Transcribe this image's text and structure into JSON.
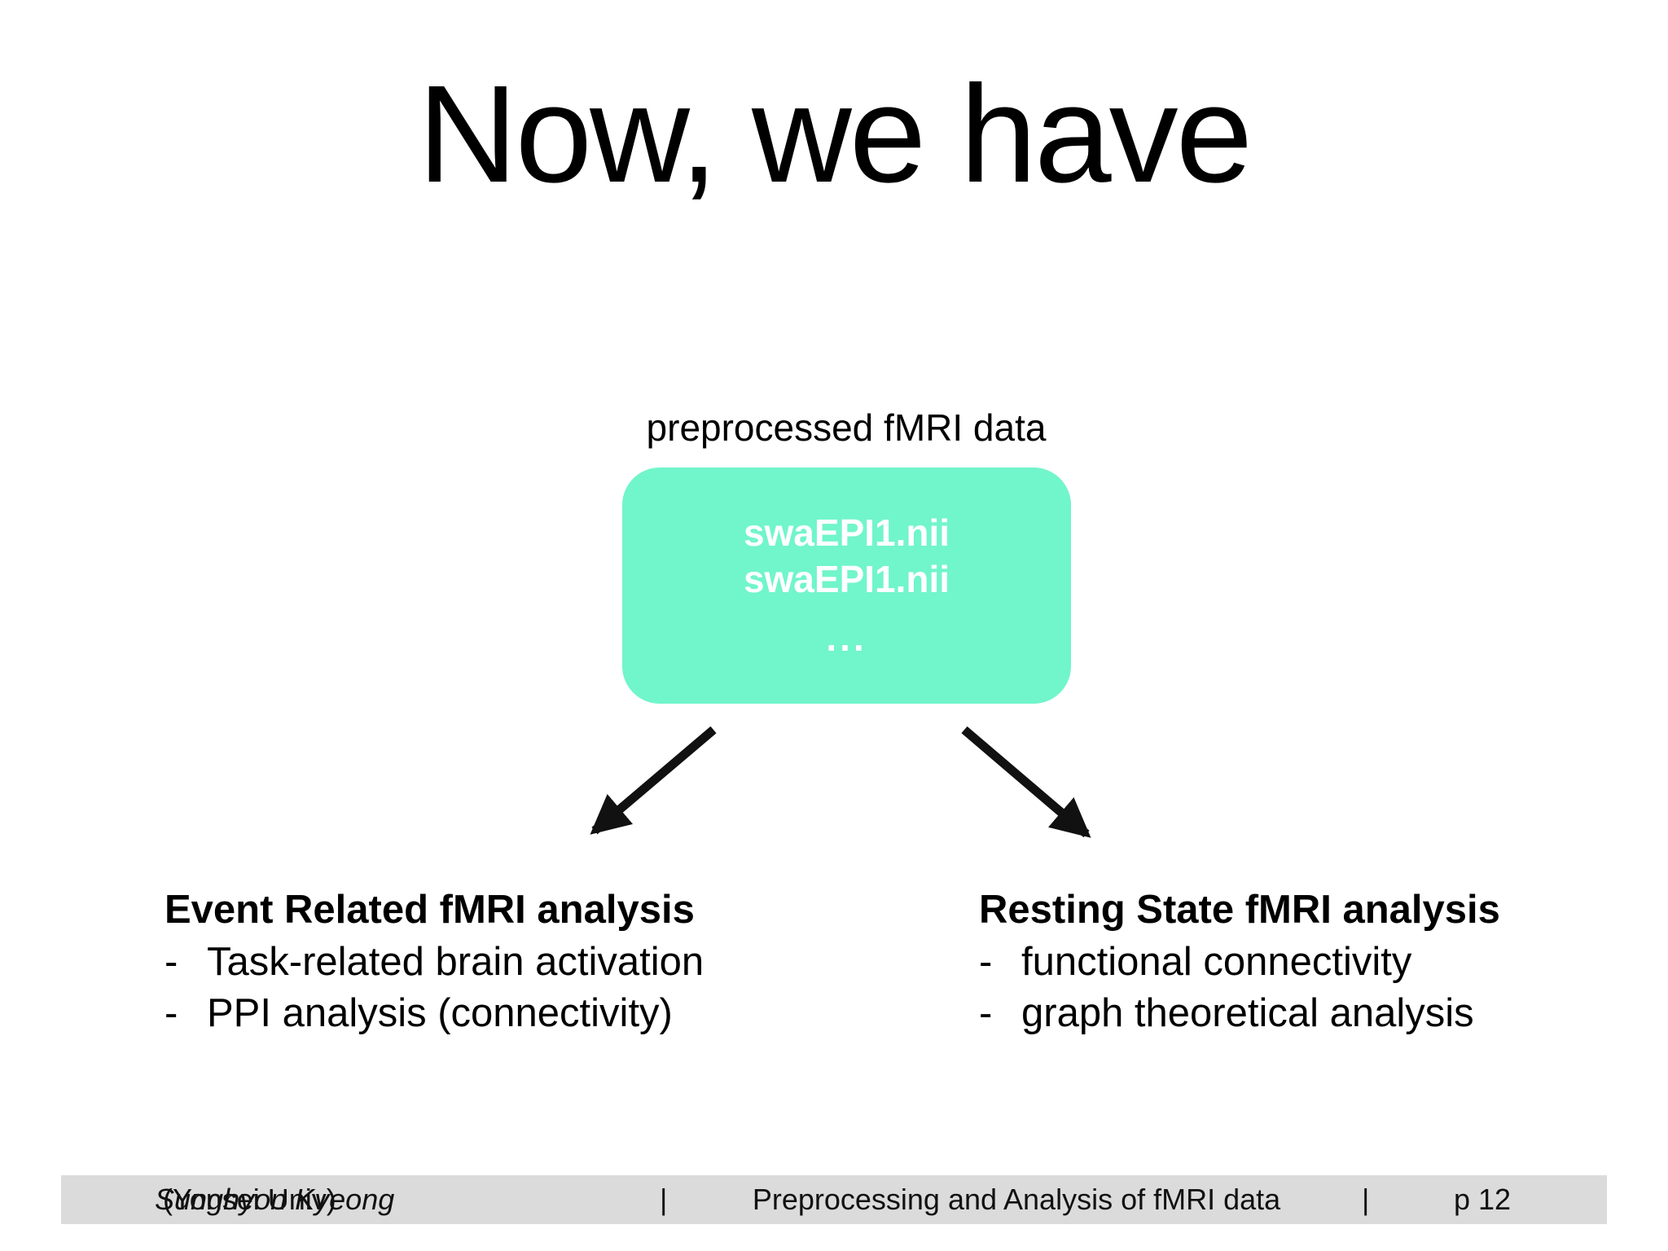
{
  "colors": {
    "box_fill": "#71f5ca",
    "box_text": "#ffffff",
    "footer_bar": "#dbdbdb",
    "arrow": "#111111",
    "text": "#000000"
  },
  "slide": {
    "title": "Now, we have",
    "diagram": {
      "box_label": "preprocessed fMRI data",
      "box_lines": [
        "swaEPI1.nii",
        "swaEPI1.nii",
        "..."
      ]
    },
    "bullet_marker": "-",
    "left_block": {
      "heading": "Event Related fMRI analysis",
      "bullets": [
        "Task-related brain activation",
        "PPI analysis (connectivity)"
      ]
    },
    "right_block": {
      "heading": "Resting State fMRI analysis",
      "bullets": [
        "functional connectivity",
        "graph theoretical analysis"
      ]
    },
    "footer": {
      "author": "Sunghyon Kyeong",
      "affiliation": "(Yonsei Univ)",
      "separator": "|",
      "deck_title": "Preprocessing and Analysis of fMRI data",
      "page": "p 12"
    }
  }
}
